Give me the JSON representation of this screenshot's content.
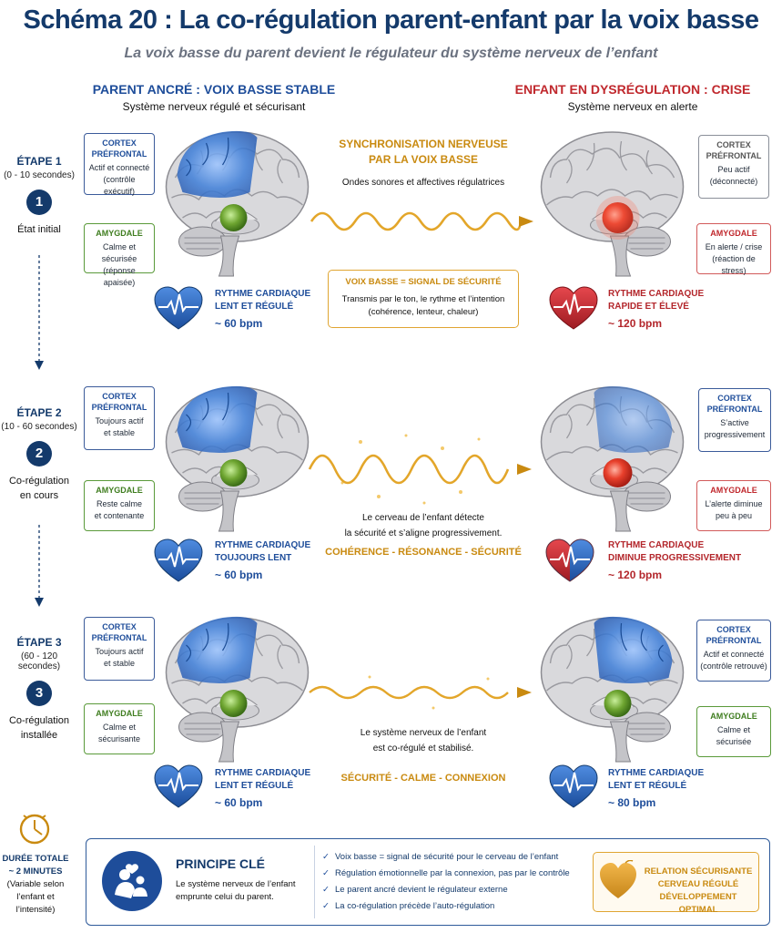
{
  "title": "Schéma 20 : La co-régulation parent-enfant par la voix basse",
  "subtitle": "La voix basse du parent devient le régulateur du système nerveux de l’enfant",
  "parent_header": {
    "title": "PARENT ANCRÉ : VOIX BASSE STABLE",
    "sub": "Système nerveux régulé et sécurisant"
  },
  "child_header": {
    "title": "ENFANT EN DYSRÉGULATION : CRISE",
    "sub": "Système nerveux en alerte"
  },
  "steps": [
    {
      "title": "ÉTAPE 1",
      "time": "(0 - 10 secondes)",
      "num": "1",
      "desc": "État initial",
      "parent_cortex": {
        "title1": "CORTEX",
        "title2": "PRÉFRONTAL",
        "l1": "Actif et connecté",
        "l2": "(contrôle exécutif)"
      },
      "parent_amygdala": {
        "title": "AMYGDALE",
        "l1": "Calme et sécurisée",
        "l2": "(réponse apaisée)"
      },
      "parent_heart": {
        "l1": "RYTHME CARDIAQUE",
        "l2": "LENT ET RÉGULÉ",
        "bpm": "~ 60 bpm"
      },
      "child_cortex": {
        "title1": "CORTEX",
        "title2": "PRÉFRONTAL",
        "l1": "Peu actif",
        "l2": "(déconnecté)"
      },
      "child_amygdala": {
        "title": "AMYGDALE",
        "l1": "En alerte / crise",
        "l2": "(réaction de stress)"
      },
      "child_heart": {
        "l1": "RYTHME CARDIAQUE",
        "l2": "RAPIDE ET ÉLEVÉ",
        "bpm": "~ 120 bpm"
      },
      "center_title1": "SYNCHRONISATION NERVEUSE",
      "center_title2": "PAR LA VOIX BASSE",
      "center_sub": "Ondes sonores et affectives régulatrices",
      "signal_title": "VOIX BASSE = SIGNAL DE SÉCURITÉ",
      "signal_l1": "Transmis par le ton, le rythme et l’intention",
      "signal_l2": "(cohérence, lenteur, chaleur)"
    },
    {
      "title": "ÉTAPE 2",
      "time": "(10 - 60 secondes)",
      "num": "2",
      "desc1": "Co-régulation",
      "desc2": "en cours",
      "parent_cortex": {
        "title1": "CORTEX",
        "title2": "PRÉFRONTAL",
        "l1": "Toujours actif",
        "l2": "et stable"
      },
      "parent_amygdala": {
        "title": "AMYGDALE",
        "l1": "Reste calme",
        "l2": "et contenante"
      },
      "parent_heart": {
        "l1": "RYTHME CARDIAQUE",
        "l2": "TOUJOURS LENT",
        "bpm": "~ 60 bpm"
      },
      "child_cortex": {
        "title1": "CORTEX",
        "title2": "PRÉFRONTAL",
        "l1": "S’active",
        "l2": "progressivement"
      },
      "child_amygdala": {
        "title": "AMYGDALE",
        "l1": "L’alerte diminue",
        "l2": "peu à peu"
      },
      "child_heart": {
        "l1": "RYTHME CARDIAQUE",
        "l2": "DIMINUE PROGRESSIVEMENT",
        "bpm": "~ 120 bpm"
      },
      "center_l1": "Le cerveau de l’enfant détecte",
      "center_l2": "la sécurité et s’aligne progressivement.",
      "keywords": "COHÉRENCE - RÉSONANCE - SÉCURITÉ"
    },
    {
      "title": "ÉTAPE 3",
      "time": "(60 - 120 secondes)",
      "num": "3",
      "desc1": "Co-régulation",
      "desc2": "installée",
      "parent_cortex": {
        "title1": "CORTEX",
        "title2": "PRÉFRONTAL",
        "l1": "Toujours actif",
        "l2": "et stable"
      },
      "parent_amygdala": {
        "title": "AMYGDALE",
        "l1": "Calme et",
        "l2": "sécurisante"
      },
      "parent_heart": {
        "l1": "RYTHME CARDIAQUE",
        "l2": "LENT ET RÉGULÉ",
        "bpm": "~ 60 bpm"
      },
      "child_cortex": {
        "title1": "CORTEX",
        "title2": "PRÉFRONTAL",
        "l1": "Actif et connecté",
        "l2": "(contrôle retrouvé)"
      },
      "child_amygdala": {
        "title": "AMYGDALE",
        "l1": "Calme et",
        "l2": "sécurisée"
      },
      "child_heart": {
        "l1": "RYTHME CARDIAQUE",
        "l2": "LENT ET RÉGULÉ",
        "bpm": "~ 80 bpm"
      },
      "center_l1": "Le système nerveux de l’enfant",
      "center_l2": "est co-régulé et stabilisé.",
      "keywords": "SÉCURITÉ - CALME - CONNEXION"
    }
  ],
  "duration": {
    "l1": "DURÉE TOTALE",
    "l2": "~ 2 MINUTES",
    "l3": "(Variable selon",
    "l4": "l’enfant et",
    "l5": "l’intensité)"
  },
  "principle": {
    "title": "PRINCIPE CLÉ",
    "l1": "Le système nerveux de l’enfant",
    "l2": "emprunte celui du parent.",
    "checks": [
      "Voix basse = signal de sécurité pour le cerveau de l’enfant",
      "Régulation émotionnelle par la connexion, pas par le contrôle",
      "Le parent ancré devient le régulateur externe",
      "La co-régulation précède l’auto-régulation"
    ],
    "outcome": [
      "RELATION SÉCURISANTE",
      "CERVEAU RÉGULÉ",
      "DÉVELOPPEMENT OPTIMAL"
    ]
  },
  "colors": {
    "navy": "#143a6b",
    "blue": "#1e4d9a",
    "red": "#c0282d",
    "green": "#3f7d1f",
    "gold": "#c98a10"
  }
}
